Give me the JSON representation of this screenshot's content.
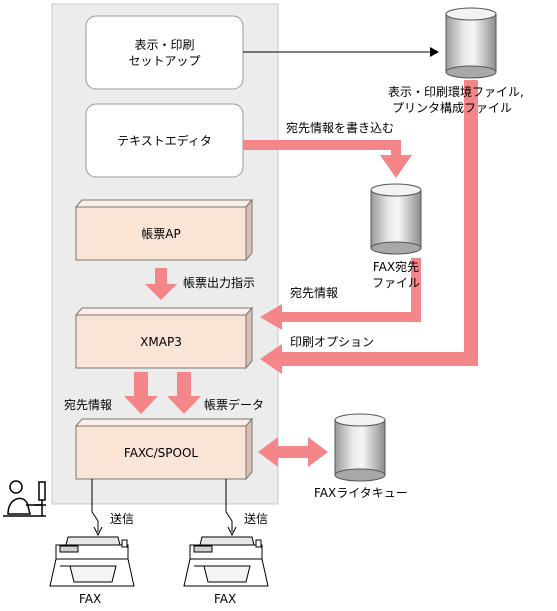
{
  "boxes": {
    "setup": {
      "line1": "表示・印刷",
      "line2": "セットアップ"
    },
    "editor": {
      "label": "テキストエディタ"
    },
    "ap": {
      "label": "帳票AP"
    },
    "xmap": {
      "label": "XMAP3"
    },
    "faxc": {
      "label": "FAXC/SPOOL"
    }
  },
  "databases": {
    "env": {
      "line1": "表示・印刷環境ファイル,",
      "line2": "プリンタ構成ファイル"
    },
    "fax_dest": {
      "line1": "FAX宛先",
      "line2": "ファイル"
    },
    "queue": {
      "label": "FAXライタキュー"
    }
  },
  "arrows": {
    "write_dest": "宛先情報を書き込む",
    "output_instr": "帳票出力指示",
    "dest_info_right": "宛先情報",
    "print_option": "印刷オプション",
    "dest_info_left": "宛先情報",
    "form_data": "帳票データ",
    "send_left": "送信",
    "send_right": "送信"
  },
  "devices": {
    "fax_left": "FAX",
    "fax_right": "FAX"
  },
  "colors": {
    "arrow": "#f4868a",
    "ap_box_fill": "#f9e4d6",
    "panel": "#ececec"
  }
}
